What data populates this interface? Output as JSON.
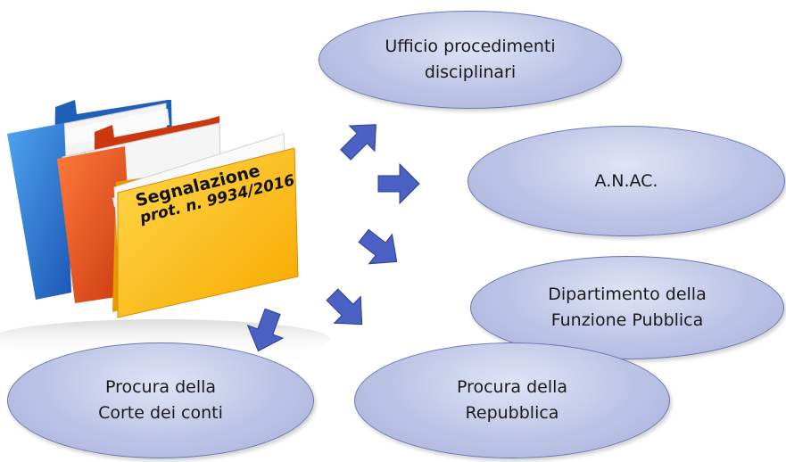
{
  "folder": {
    "label_line1": "Segnalazione",
    "label_line2": "prot. n. 9934/2016"
  },
  "destinations": [
    {
      "text": "Ufficio procedimenti\ndisciplinari"
    },
    {
      "text": "A.N.AC."
    },
    {
      "text": "Dipartimento della\nFunzione Pubblica"
    },
    {
      "text": "Procura della\nCorte dei conti"
    },
    {
      "text": "Procura della\nRepubblica"
    }
  ],
  "colors": {
    "arrow_fill": "#4a60c2",
    "ellipse_fill": "#bcc4e6",
    "folder_yellow": "#ffc21c",
    "folder_orange": "#e8531c",
    "folder_blue": "#2a74d0"
  }
}
